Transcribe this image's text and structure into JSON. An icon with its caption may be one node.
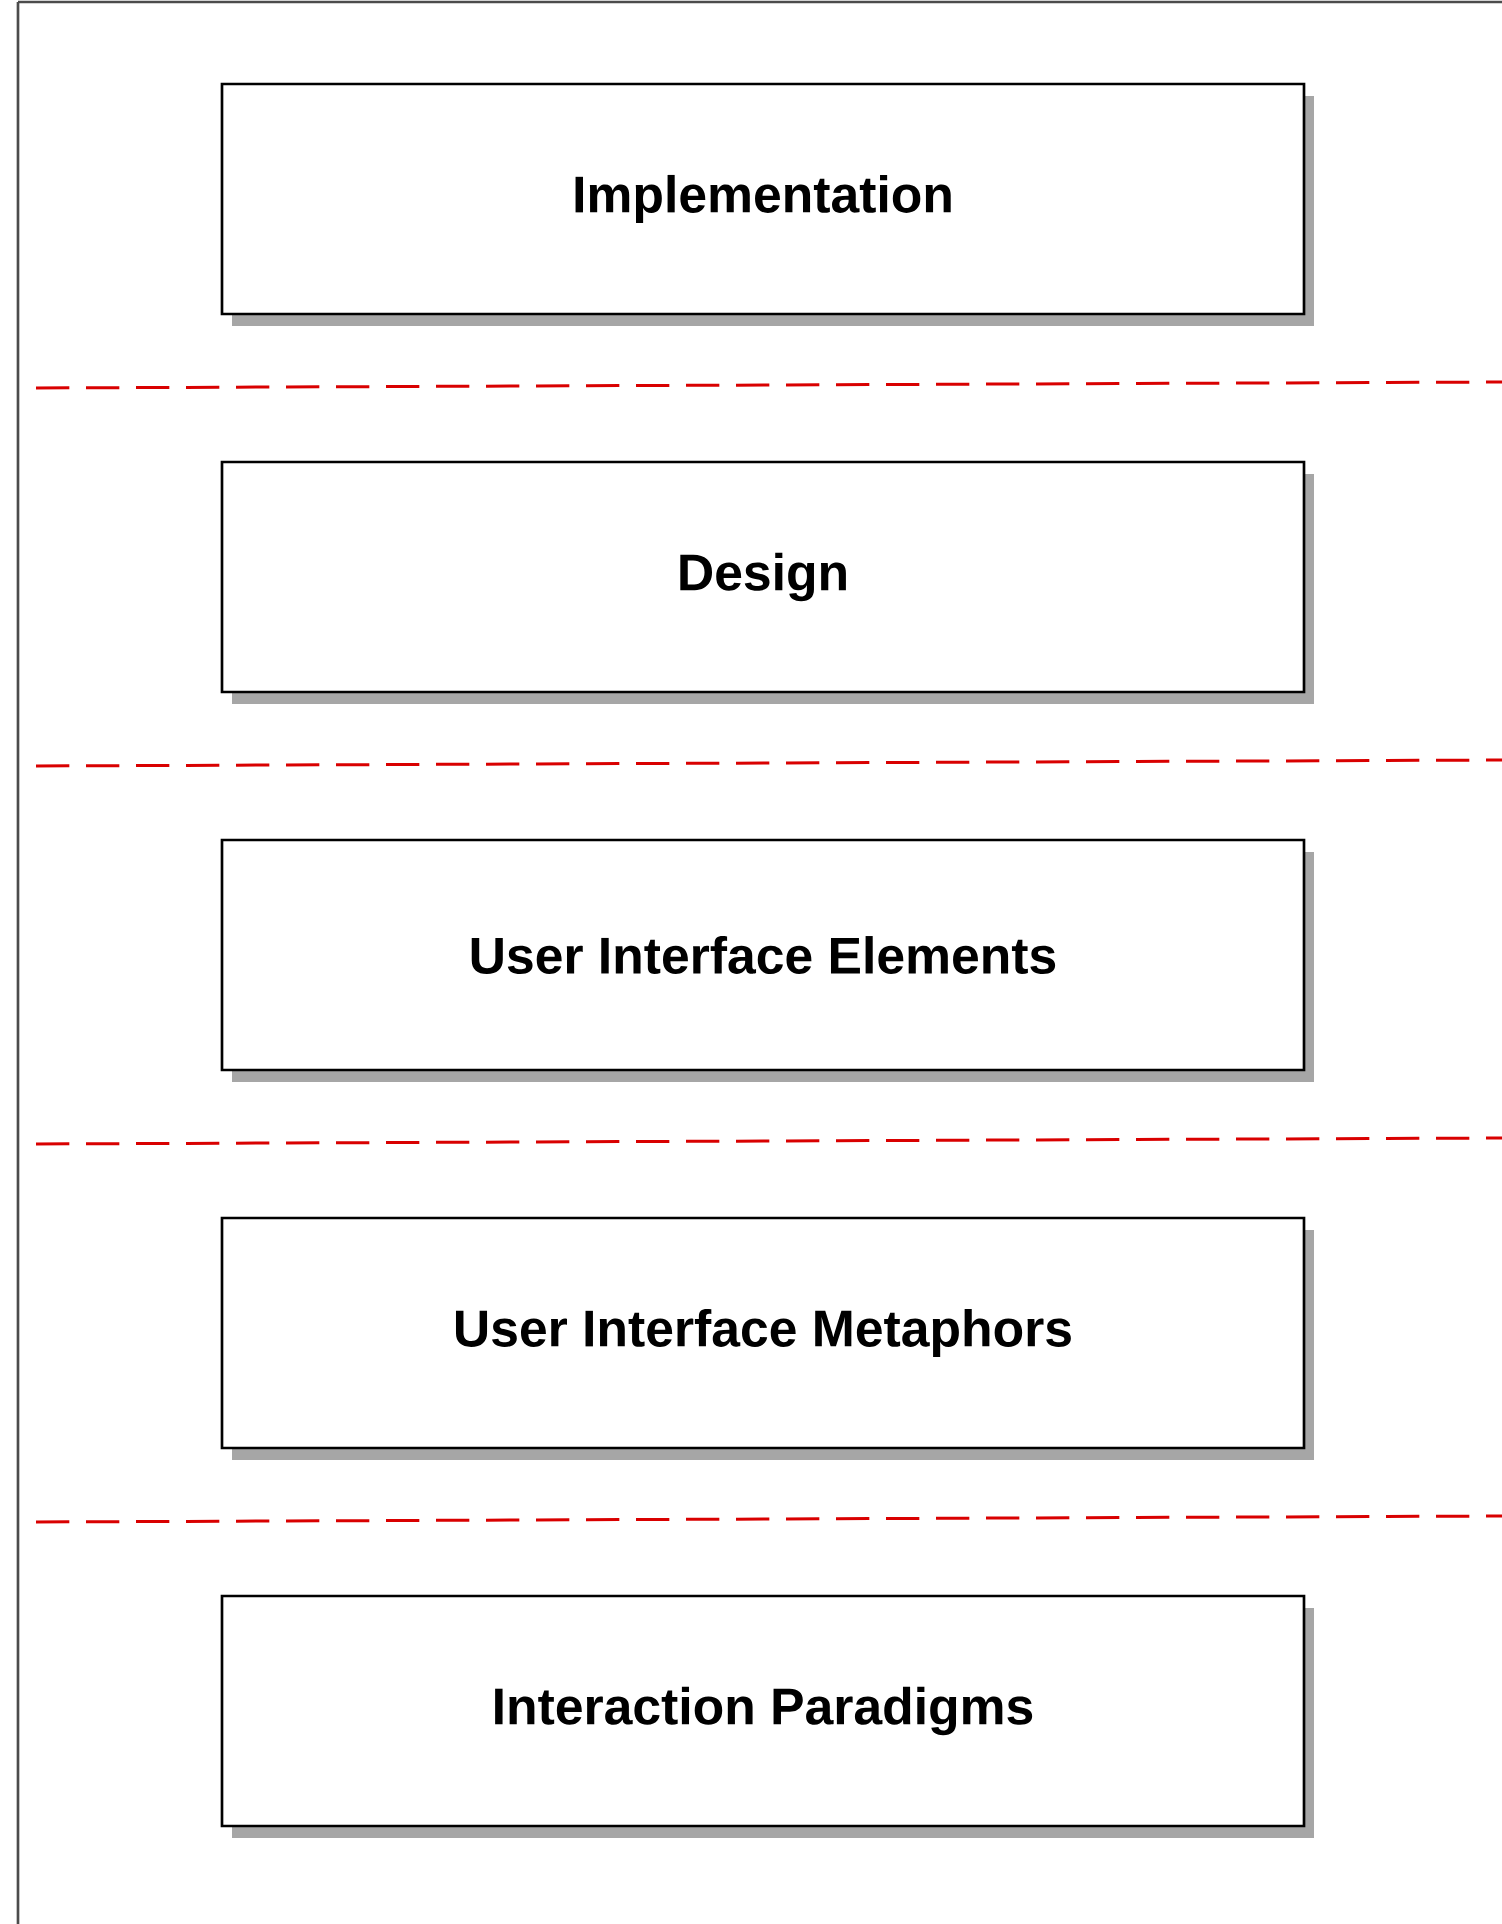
{
  "diagram": {
    "nodes": [
      {
        "text": [
          "Implementation"
        ]
      },
      {
        "text": [
          "Design"
        ]
      },
      {
        "text": [
          "User Interface Elements"
        ]
      },
      {
        "text": [
          "User Interface Metaphors"
        ]
      },
      {
        "text": [
          "Interaction Paradigms"
        ]
      }
    ]
  }
}
